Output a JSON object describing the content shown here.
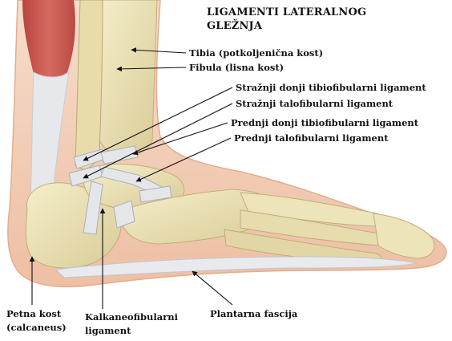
{
  "title": {
    "line1": "LIGAMENTI LATERALNOG",
    "line2": "GLEŽNJA"
  },
  "labels": {
    "tibia": "Tibia (potkoljenična kost)",
    "fibula": "Fibula (lisna kost)",
    "posterior_inferior_tibiofibular": "Stražnji donji tibiofibularni ligament",
    "posterior_talofibular": "Stražnji talofibularni ligament",
    "anterior_inferior_tibiofibular": "Prednji donji tibiofibularni ligament",
    "anterior_talofibular": "Prednji talofibularni ligament",
    "calcaneus_line1": "Petna kost",
    "calcaneus_line2": "(calcaneus)",
    "calcaneofibular_line1": "Kalkaneofibularni",
    "calcaneofibular_line2": "ligament",
    "plantar_fascia": "Plantarna fascija"
  },
  "colors": {
    "skin": "#f2cdb5",
    "skin_edge": "#e9b89c",
    "bone": "#ece3b8",
    "bone_shadow": "#c9bd8a",
    "ligament": "#e4e6ea",
    "muscle": "#c9574f",
    "leader": "#111111"
  }
}
